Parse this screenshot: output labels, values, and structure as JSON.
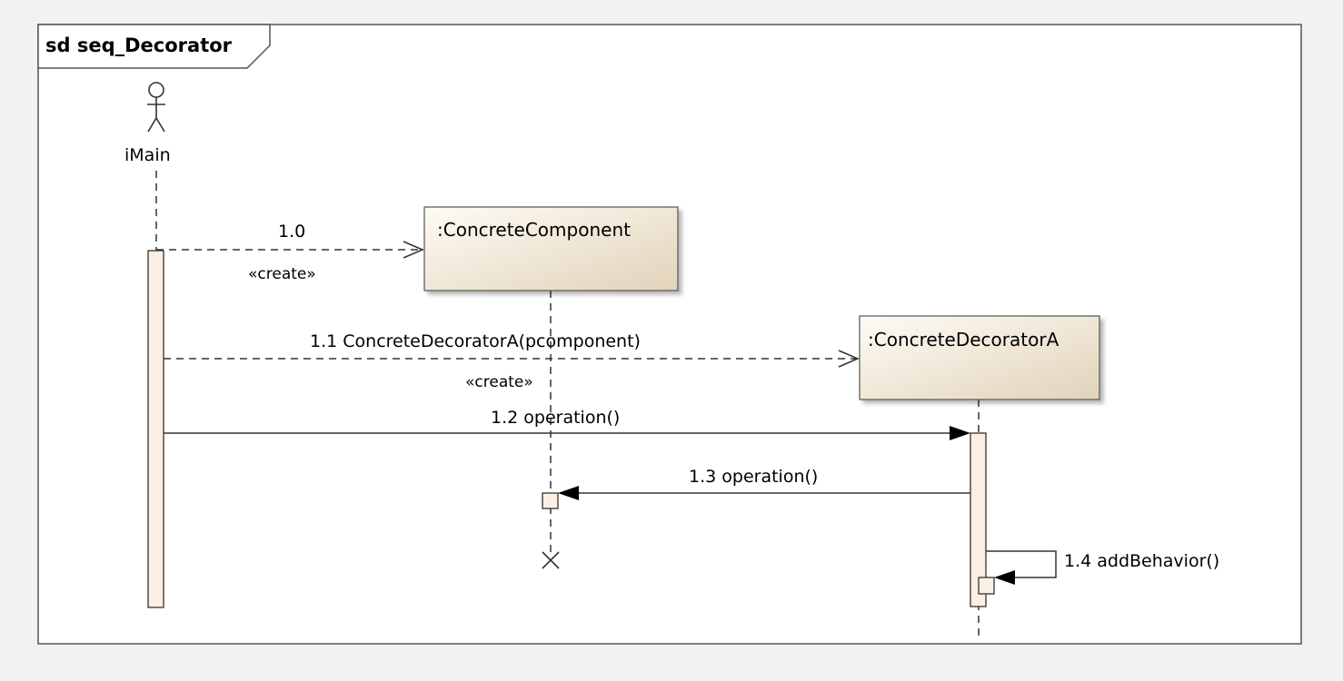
{
  "frame": {
    "title": "sd seq_Decorator"
  },
  "lifelines": {
    "actor": {
      "name": "iMain"
    },
    "component": {
      "name": ":ConcreteComponent"
    },
    "decorator": {
      "name": ":ConcreteDecoratorA"
    }
  },
  "messages": {
    "m0": {
      "label": "1.0",
      "stereotype": "«create»"
    },
    "m1": {
      "label": "1.1 ConcreteDecoratorA(pcomponent)",
      "stereotype": "«create»"
    },
    "m2": {
      "label": "1.2 operation()"
    },
    "m3": {
      "label": "1.3 operation()"
    },
    "m4": {
      "label": "1.4 addBehavior()"
    }
  },
  "colors": {
    "background": "#f2f2f2",
    "frame_fill": "#ffffff",
    "box_fill_light": "#fdf8ef",
    "box_fill_dark": "#e6d9c3",
    "activation_fill": "#faefe2",
    "stroke": "#333333"
  }
}
